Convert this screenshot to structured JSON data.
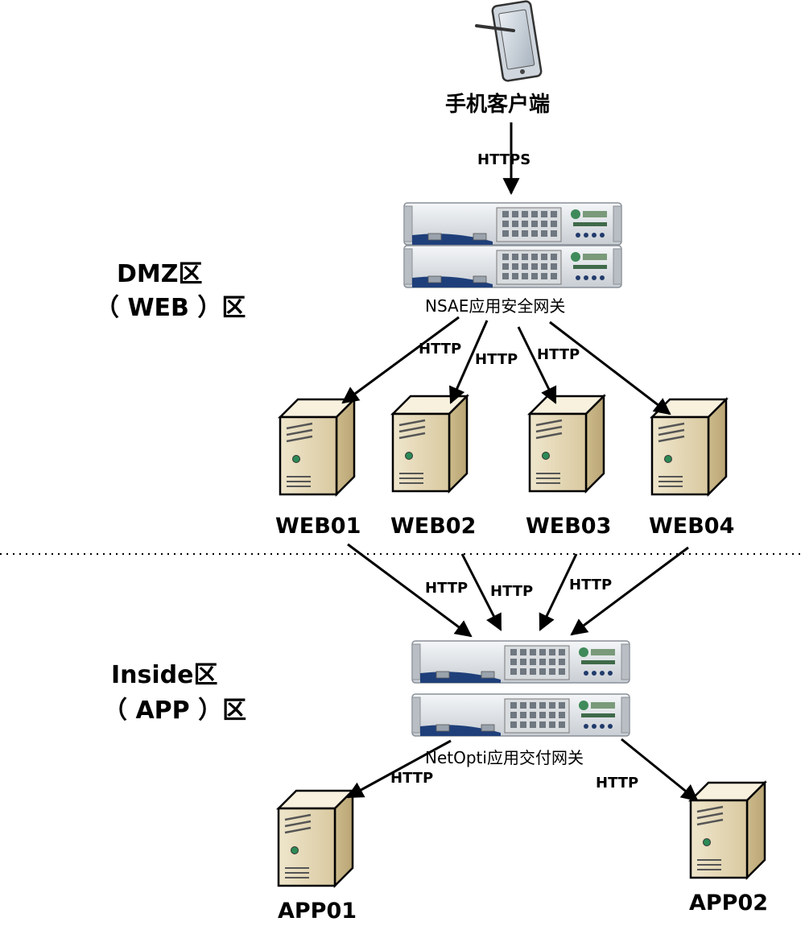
{
  "client": {
    "label": "手机客户端"
  },
  "protocols": {
    "https": "HTTPS",
    "web_http_1": "HTTP",
    "web_http_2": "HTTP",
    "web_http_3": "HTTP",
    "app_http_1": "HTTP",
    "app_http_2": "HTTP",
    "app_http_3": "HTTP",
    "out_http_1": "HTTP",
    "out_http_2": "HTTP"
  },
  "zones": {
    "dmz": {
      "line1": "DMZ区",
      "line2": "（ WEB ）区"
    },
    "inside": {
      "line1": "Inside区",
      "line2": "（ APP ）区"
    }
  },
  "gateways": {
    "nsae": {
      "label": "NSAE应用安全网关"
    },
    "netopti": {
      "label": "NetOpti应用交付网关"
    }
  },
  "web_servers": [
    "WEB01",
    "WEB02",
    "WEB03",
    "WEB04"
  ],
  "app_servers": [
    "APP01",
    "APP02"
  ],
  "icons": {
    "client": "tablet-icon",
    "gateway": "rack-appliance-icon",
    "server": "tower-server-icon"
  }
}
